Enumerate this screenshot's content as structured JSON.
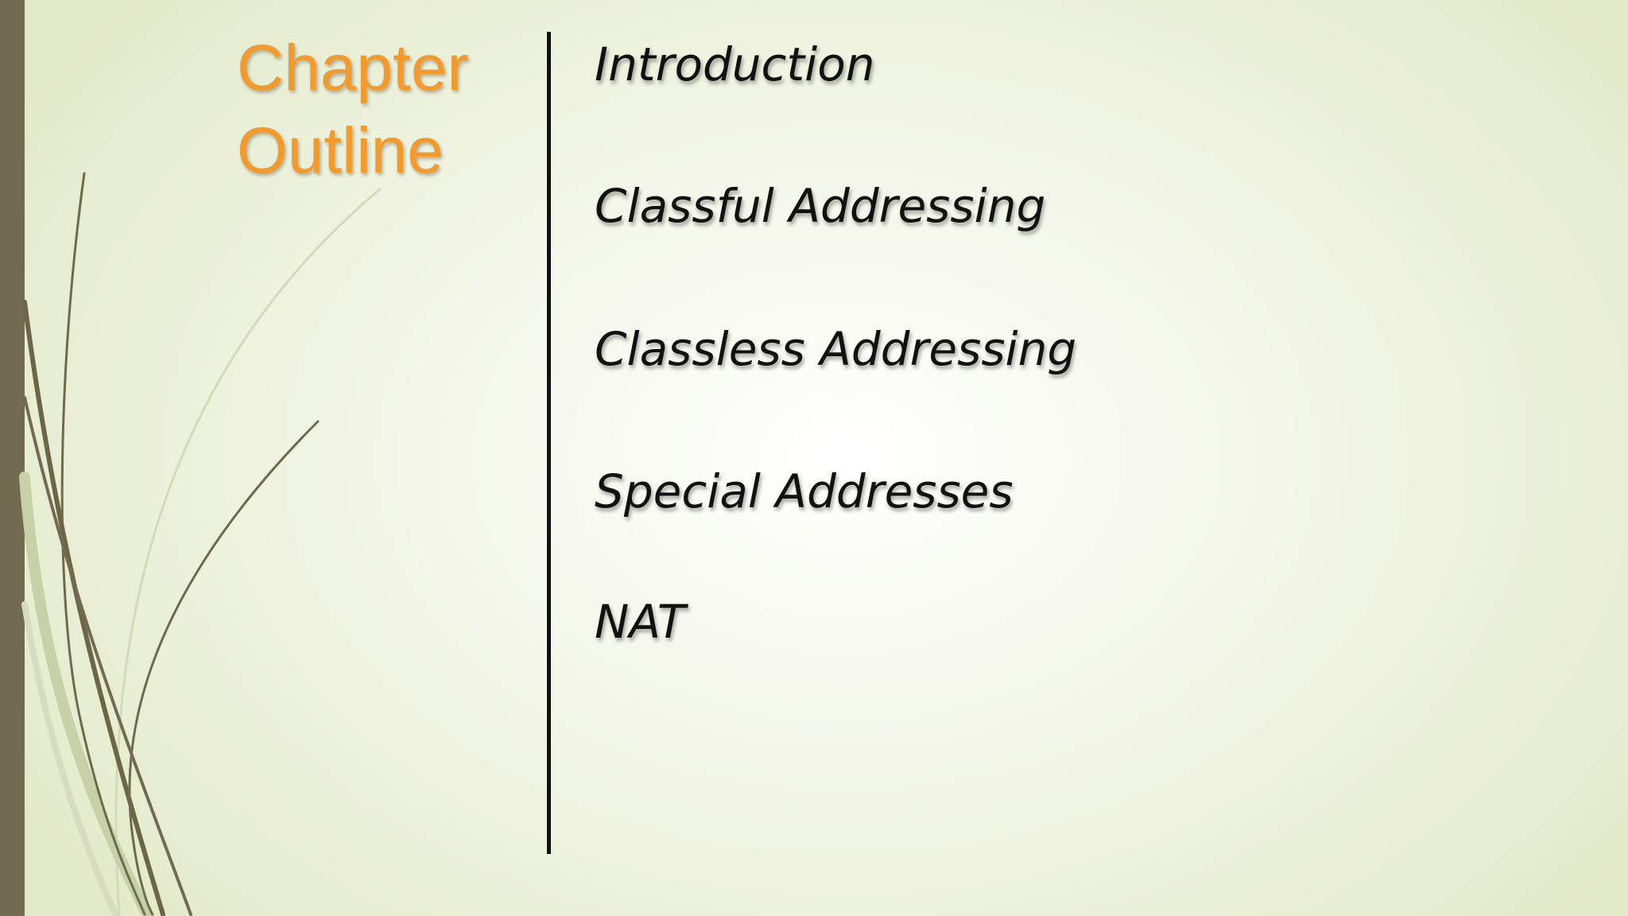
{
  "slide": {
    "title_line_1": "Chapter",
    "title_line_2": "Outline",
    "outline": [
      "Introduction",
      "Classful Addressing",
      "Classless Addressing",
      "Special Addresses",
      "NAT"
    ]
  },
  "colors": {
    "title": "#f39a2b",
    "bar": "#726b52",
    "text": "#111111",
    "background_center": "#ffffff",
    "background_edge": "#e3eac9"
  }
}
